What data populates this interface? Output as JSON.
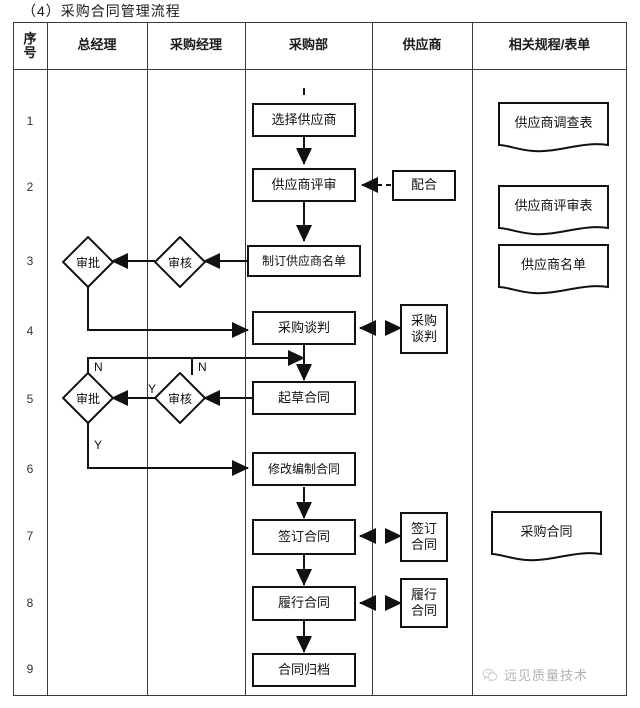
{
  "title": "（4）采购合同管理流程",
  "table": {
    "headers": [
      {
        "id": "seq",
        "label": "序\n号"
      },
      {
        "id": "gm",
        "label": "总经理"
      },
      {
        "id": "pm",
        "label": "采购经理"
      },
      {
        "id": "dept",
        "label": "采购部"
      },
      {
        "id": "supplier",
        "label": "供应商"
      },
      {
        "id": "docs",
        "label": "相关规程/表单"
      }
    ],
    "row_numbers": [
      "1",
      "2",
      "3",
      "4",
      "5",
      "6",
      "7",
      "8",
      "9"
    ]
  },
  "flow": {
    "dept_steps": [
      {
        "id": "select-supplier",
        "label": "选择供应商",
        "row": 1
      },
      {
        "id": "review-supplier",
        "label": "供应商评审",
        "row": 2
      },
      {
        "id": "make-supplier-list",
        "label": "制订供应商名单",
        "row": 3
      },
      {
        "id": "purchase-negotiation",
        "label": "采购谈判",
        "row": 4
      },
      {
        "id": "draft-contract",
        "label": "起草合同",
        "row": 5
      },
      {
        "id": "revise-contract",
        "label": "修改编制合同",
        "row": 6
      },
      {
        "id": "sign-contract",
        "label": "签订合同",
        "row": 7
      },
      {
        "id": "perform-contract",
        "label": "履行合同",
        "row": 8
      },
      {
        "id": "archive-contract",
        "label": "合同归档",
        "row": 9
      }
    ],
    "supplier_steps": [
      {
        "id": "cooperate",
        "label": "配合",
        "row": 2
      },
      {
        "id": "supplier-negotiation",
        "label": "采购\n谈判",
        "row": 4
      },
      {
        "id": "supplier-sign",
        "label": "签订\n合同",
        "row": 7
      },
      {
        "id": "supplier-perform",
        "label": "履行\n合同",
        "row": 8
      }
    ],
    "decisions": [
      {
        "id": "approve-row3",
        "label": "审批",
        "role": "gm",
        "row": 3
      },
      {
        "id": "check-row3",
        "label": "审核",
        "role": "pm",
        "row": 3
      },
      {
        "id": "approve-row5",
        "label": "审批",
        "role": "gm",
        "row": 5
      },
      {
        "id": "check-row5",
        "label": "审核",
        "role": "pm",
        "row": 5
      }
    ],
    "branch_labels": [
      {
        "id": "n-approve",
        "label": "N"
      },
      {
        "id": "n-check",
        "label": "N"
      },
      {
        "id": "y-check",
        "label": "Y"
      },
      {
        "id": "y-approve",
        "label": "Y"
      }
    ],
    "documents": [
      {
        "id": "supplier-survey-form",
        "label": "供应商调查表",
        "row": 1
      },
      {
        "id": "supplier-review-form",
        "label": "供应商评审表",
        "row": 2
      },
      {
        "id": "supplier-list",
        "label": "供应商名单",
        "row": 3
      },
      {
        "id": "purchase-contract",
        "label": "采购合同",
        "row": 7
      }
    ]
  },
  "watermark": {
    "label": "远见质量技术",
    "icon": "wechat-icon"
  },
  "colors": {
    "line": "#111111",
    "border": "#3a3a3a",
    "text": "#111111"
  }
}
